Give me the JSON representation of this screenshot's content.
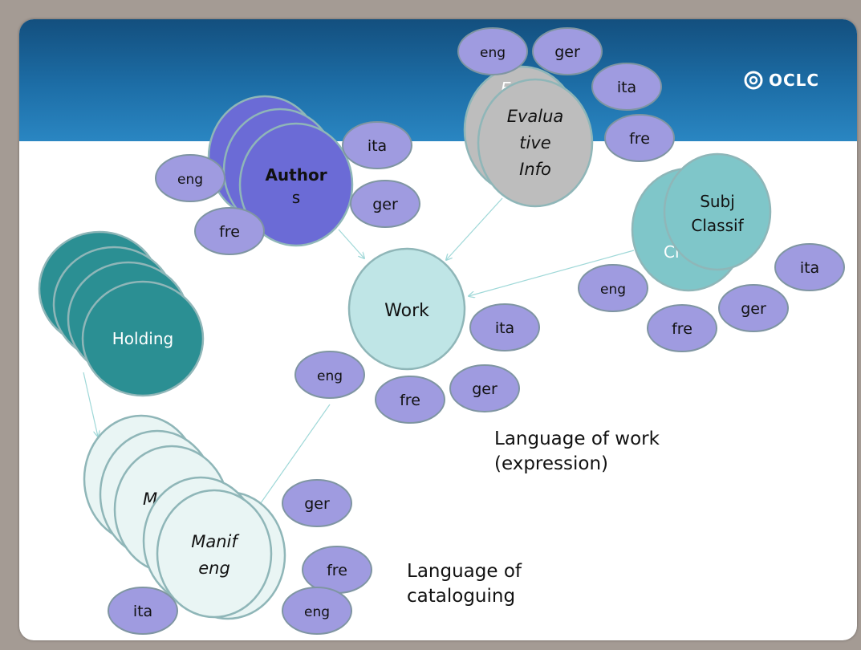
{
  "logo": {
    "text": "OCLC"
  },
  "colors": {
    "lang_fill": "#9f9be0",
    "lang_stroke": "#7f95a2",
    "authors_fill": "#6b6bd6",
    "evaluative_fill": "#bdbdbd",
    "subject_fill": "#7fc6c9",
    "work_fill": "#bfe5e6",
    "holding_fill": "#2b8f93",
    "manif_fill": "#e9f5f4",
    "arrow": "#9fd8d8",
    "banner": "#1a639a"
  },
  "nodes": {
    "authors": {
      "label_lines": [
        "Author",
        "s"
      ]
    },
    "evaluative": {
      "label_lines": [
        "Evalua",
        "tive",
        "Info"
      ],
      "peek": "Ev"
    },
    "subject": {
      "label_lines": [
        "Subj",
        "Classif"
      ],
      "peek": "Cl"
    },
    "work": {
      "label_lines": [
        "Work"
      ]
    },
    "holding": {
      "label_lines": [
        "Holding"
      ]
    },
    "manif": {
      "label_lines": [
        "Manif",
        "eng"
      ],
      "peek": "M"
    }
  },
  "languages": {
    "authors": [
      "ita",
      "eng",
      "ger",
      "fre"
    ],
    "evaluative": [
      "eng",
      "ger",
      "ita",
      "fre"
    ],
    "subject": [
      "ita",
      "eng",
      "ger",
      "fre"
    ],
    "work": [
      "ita",
      "eng",
      "ger",
      "fre"
    ],
    "manif": [
      "ger",
      "fre",
      "ita",
      "eng"
    ]
  },
  "captions": {
    "language_of_work": [
      "Language of work",
      "(expression)"
    ],
    "language_of_cataloguing": [
      "Language of",
      "cataloguing"
    ]
  }
}
